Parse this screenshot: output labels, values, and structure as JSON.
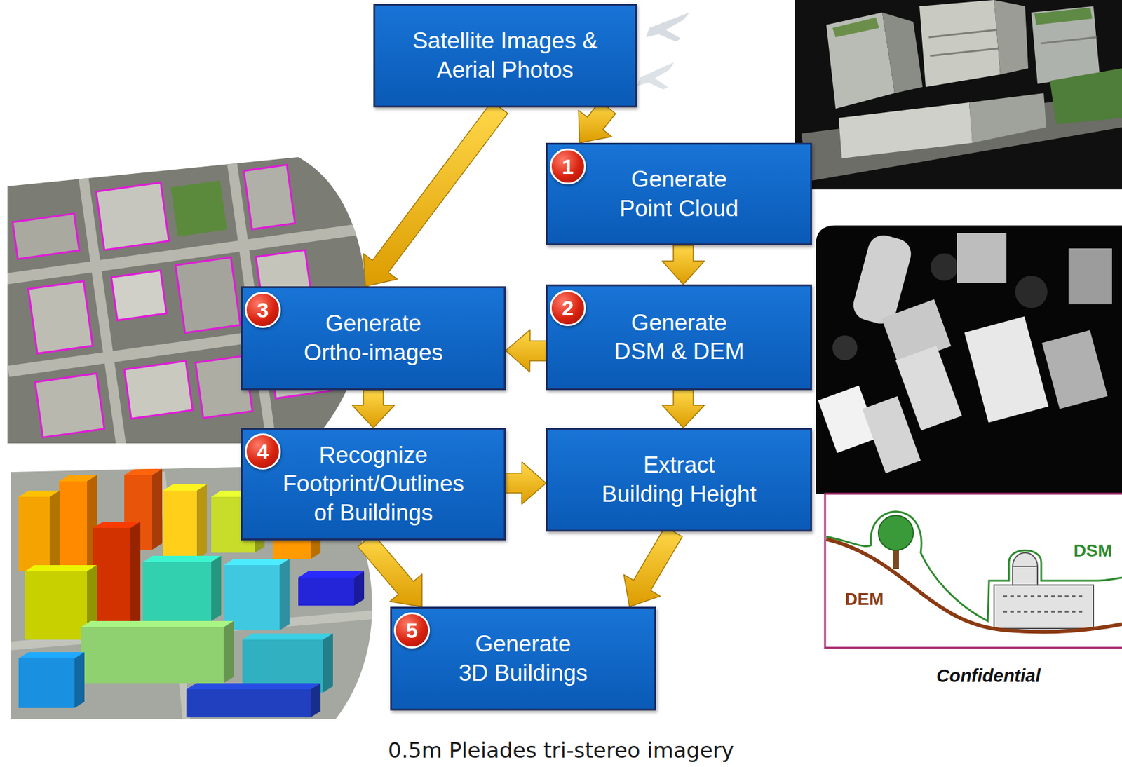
{
  "diagram": {
    "caption": "0.5m Pleiades tri-stereo imagery",
    "nodes": [
      {
        "text": [
          "Satellite Images & Aerial Photos"
        ]
      },
      {
        "text": [
          "Generate Point Cloud"
        ]
      },
      {
        "text": [
          "Generate DSM & DEM"
        ]
      },
      {
        "text": [
          "Generate Ortho-images"
        ]
      },
      {
        "text": [
          "Recognize Footprint/Outlines of Buildings"
        ]
      },
      {
        "text": [
          "Extract Building Height"
        ]
      },
      {
        "text": [
          "Generate 3D Buildings"
        ]
      }
    ],
    "edges": [
      {
        "from": 0,
        "to": 1,
        "arrow": "to"
      },
      {
        "from": 0,
        "to": 3,
        "arrow": "to"
      },
      {
        "from": 1,
        "to": 2,
        "arrow": "to"
      },
      {
        "from": 2,
        "to": 3,
        "arrow": "to"
      },
      {
        "from": 3,
        "to": 4,
        "arrow": "to"
      },
      {
        "from": 2,
        "to": 5,
        "arrow": "to"
      },
      {
        "from": 4,
        "to": 5,
        "arrow": "to"
      },
      {
        "from": 4,
        "to": 6,
        "arrow": "to"
      },
      {
        "from": 5,
        "to": 6,
        "arrow": "to"
      }
    ],
    "labels": [
      "1",
      "2",
      "3",
      "4",
      "5",
      "DEM",
      "DSM",
      "Confidential"
    ]
  }
}
